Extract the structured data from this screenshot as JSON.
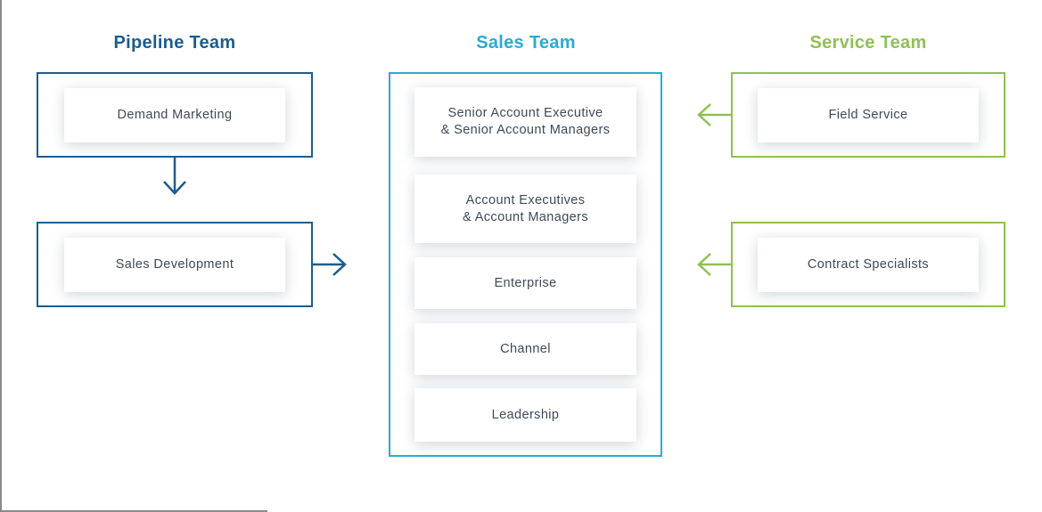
{
  "colors": {
    "pipeline": "#1d5c8f",
    "sales": "#2aabd2",
    "service": "#8fc155",
    "card_text": "#3f4a56",
    "card_bg": "#ffffff",
    "edge": "#8c8c8c"
  },
  "teams": {
    "pipeline": {
      "title": "Pipeline Team",
      "boxes": [
        {
          "label": "Demand Marketing"
        },
        {
          "label": "Sales Development"
        }
      ]
    },
    "sales": {
      "title": "Sales Team",
      "cards": [
        {
          "label": "Senior Account Executive\n& Senior Account Managers"
        },
        {
          "label": "Account Executives\n& Account Managers"
        },
        {
          "label": "Enterprise"
        },
        {
          "label": "Channel"
        },
        {
          "label": "Leadership"
        }
      ]
    },
    "service": {
      "title": "Service Team",
      "boxes": [
        {
          "label": "Field Service"
        },
        {
          "label": "Contract Specialists"
        }
      ]
    }
  },
  "arrows": [
    {
      "name": "demand-marketing-to-sales-development",
      "direction": "down"
    },
    {
      "name": "sales-development-to-sales-team",
      "direction": "right"
    },
    {
      "name": "field-service-to-sales-team",
      "direction": "left"
    },
    {
      "name": "contract-specialists-to-sales-team",
      "direction": "left"
    }
  ]
}
